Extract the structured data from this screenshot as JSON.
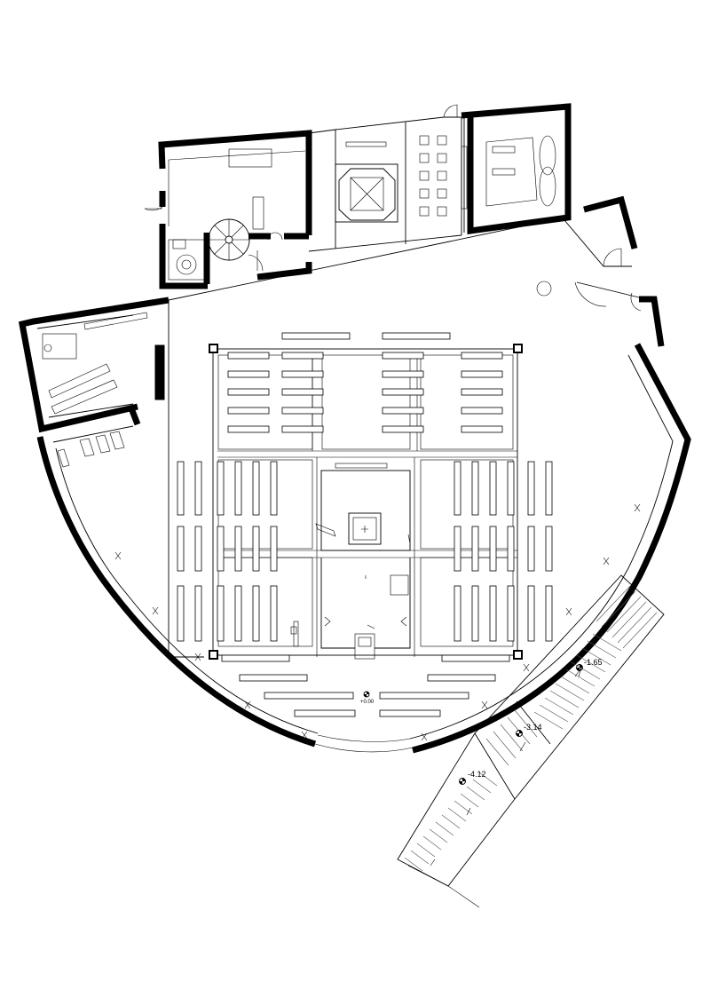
{
  "drawing": {
    "levels": {
      "main_floor": "+0.00",
      "stair_upper": "-1.65",
      "stair_mid": "-3.14",
      "stair_lower": "-4.12"
    }
  }
}
